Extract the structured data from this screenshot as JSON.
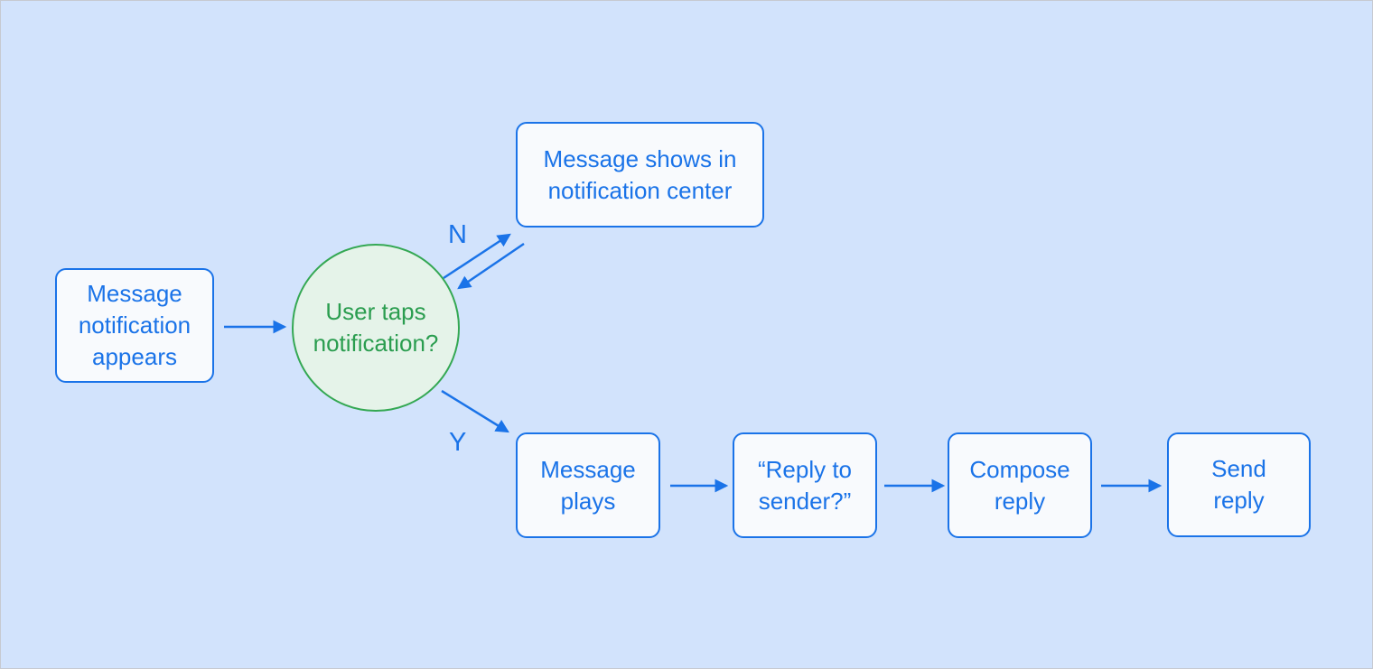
{
  "canvas": {
    "background_color": "#d2e3fc",
    "frame_border_color": "#c6cad1"
  },
  "palette": {
    "blue_accent": "#1a73e8",
    "green_border": "#34a853",
    "green_text": "#2a9d4f",
    "process_fill": "#f8fafd",
    "decision_fill": "#e5f3e9"
  },
  "nodes": {
    "start": {
      "label": "Message notification appears",
      "shape": "rounded-rect"
    },
    "decision": {
      "label": "User taps notification?",
      "shape": "circle"
    },
    "notification_center": {
      "label": "Message shows in notification center",
      "shape": "rounded-rect"
    },
    "message_plays": {
      "label": "Message plays",
      "shape": "rounded-rect"
    },
    "reply_prompt": {
      "label": "“Reply to sender?”",
      "shape": "rounded-rect"
    },
    "compose_reply": {
      "label": "Compose reply",
      "shape": "rounded-rect"
    },
    "send_reply": {
      "label": "Send reply",
      "shape": "rounded-rect"
    }
  },
  "edge_labels": {
    "no": "N",
    "yes": "Y"
  }
}
